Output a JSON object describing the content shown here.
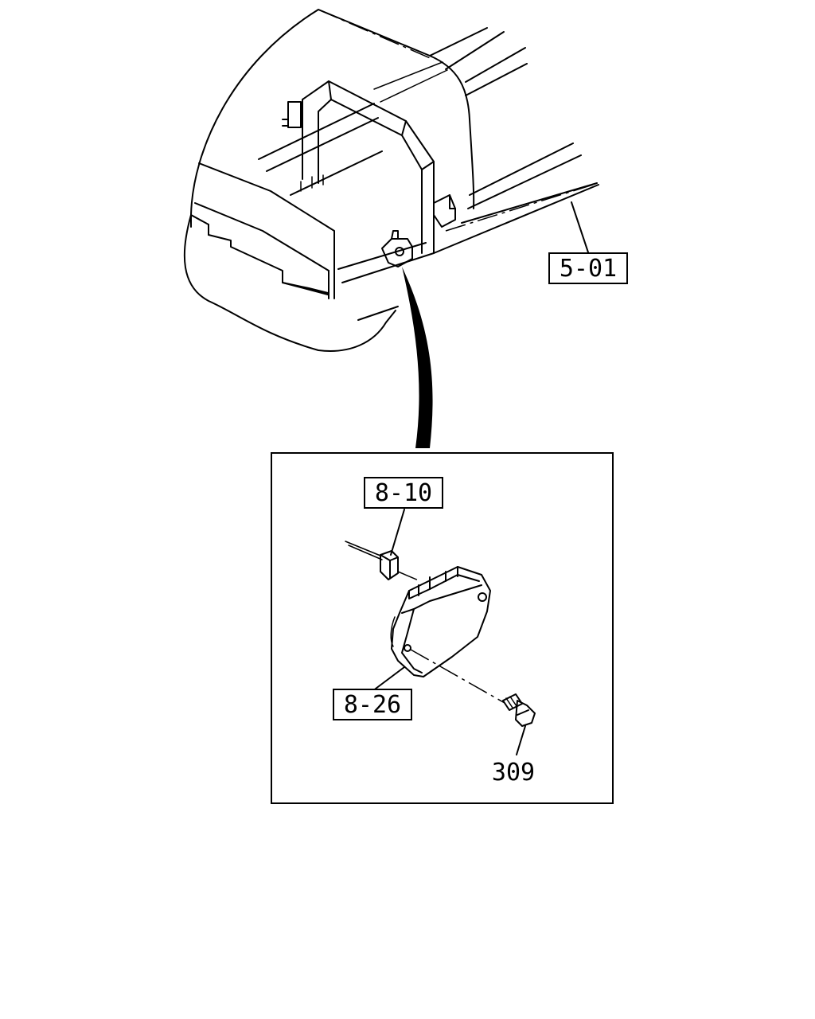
{
  "callouts": {
    "upper_ref": "5-01",
    "connector_ref": "8-10",
    "module_ref": "8-26",
    "bolt_ref": "309"
  }
}
